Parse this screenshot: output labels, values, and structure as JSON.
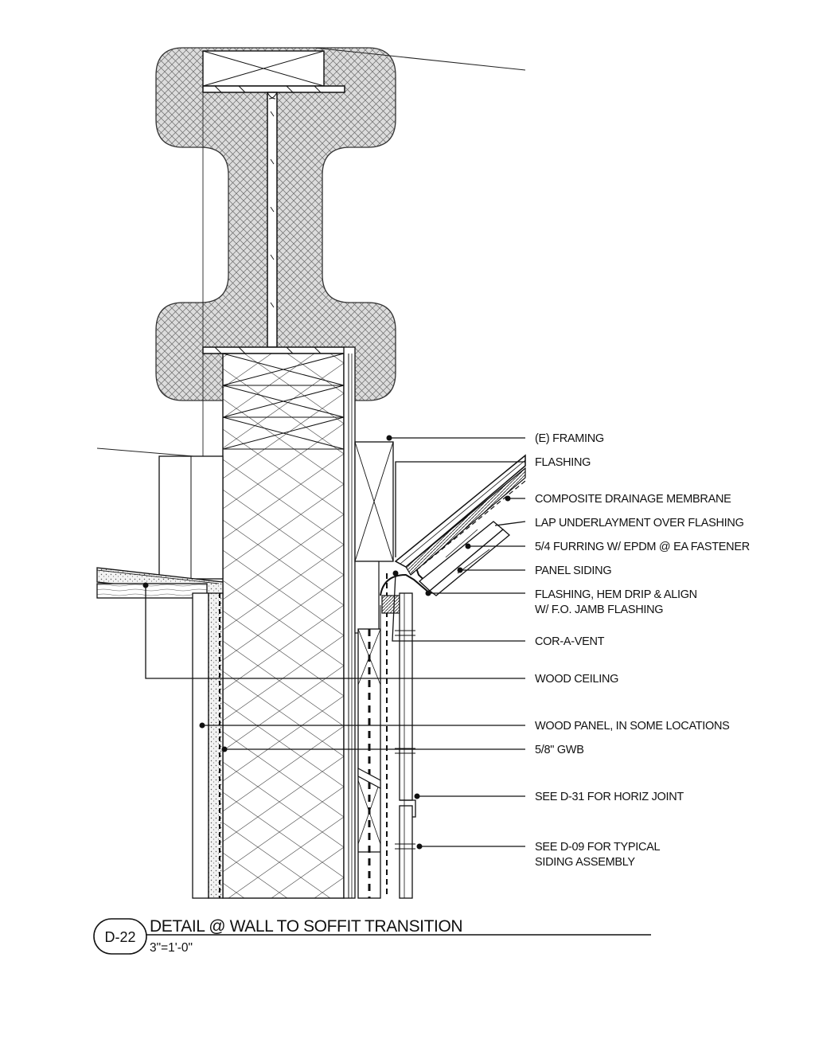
{
  "detail": {
    "tag": "D-22",
    "title": "DETAIL @ WALL TO SOFFIT TRANSITION",
    "scale": "3\"=1'-0\""
  },
  "callouts": [
    {
      "id": "e-framing",
      "lines": [
        "(E) FRAMING"
      ]
    },
    {
      "id": "flashing",
      "lines": [
        "FLASHING"
      ]
    },
    {
      "id": "composite-drainage-membrane",
      "lines": [
        "COMPOSITE DRAINAGE MEMBRANE"
      ]
    },
    {
      "id": "lap-underlayment",
      "lines": [
        "LAP UNDERLAYMENT OVER FLASHING"
      ]
    },
    {
      "id": "furring",
      "lines": [
        "5/4 FURRING W/ EPDM @ EA FASTENER"
      ]
    },
    {
      "id": "panel-siding",
      "lines": [
        "PANEL SIDING"
      ]
    },
    {
      "id": "flashing-hem-drip",
      "lines": [
        "FLASHING, HEM DRIP & ALIGN",
        "W/ F.O. JAMB FLASHING"
      ]
    },
    {
      "id": "cor-a-vent",
      "lines": [
        "COR-A-VENT"
      ]
    },
    {
      "id": "wood-ceiling",
      "lines": [
        "WOOD CEILING"
      ]
    },
    {
      "id": "wood-panel",
      "lines": [
        "WOOD PANEL, IN SOME LOCATIONS"
      ]
    },
    {
      "id": "gwb",
      "lines": [
        "5/8\" GWB"
      ]
    },
    {
      "id": "horiz-joint",
      "lines": [
        "SEE D-31 FOR HORIZ JOINT"
      ]
    },
    {
      "id": "typical-siding",
      "lines": [
        "SEE D-09 FOR TYPICAL",
        "SIDING ASSEMBLY"
      ]
    }
  ]
}
